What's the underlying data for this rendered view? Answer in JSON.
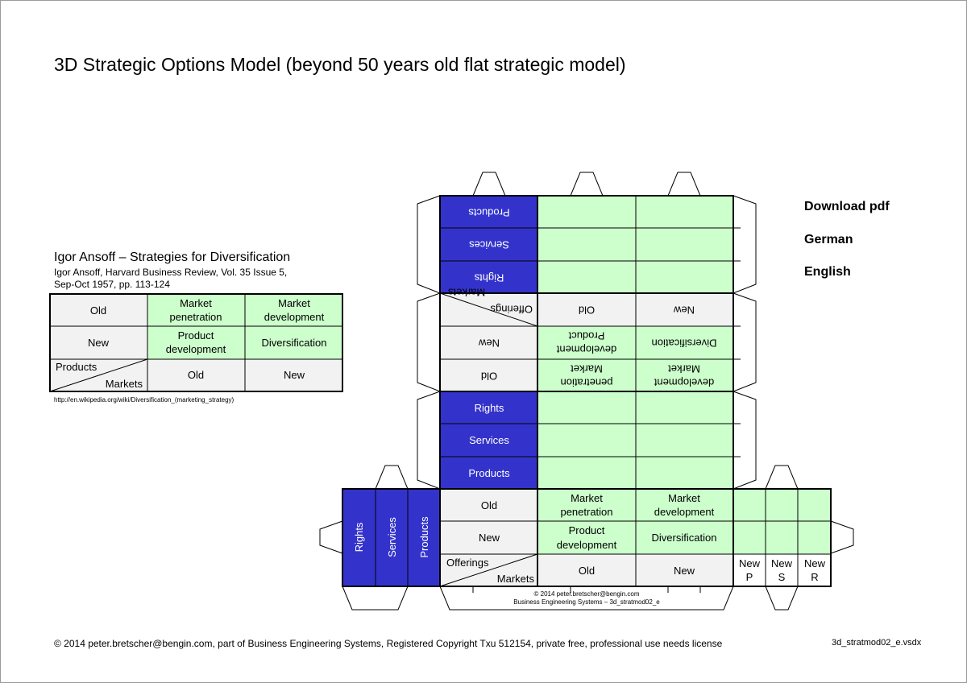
{
  "title": "3D Strategic Options Model (beyond 50 years old flat strategic model)",
  "ansoff": {
    "heading": "Igor Ansoff – Strategies for Diversification",
    "reference_line1": "Igor Ansoff, Harvard Business Review, Vol. 35 Issue 5,",
    "reference_line2": "Sep-Oct 1957, pp. 113-124",
    "wiki_url": "http://en.wikipedia.org/wiki/Diversification_(marketing_strategy)",
    "matrix": {
      "row_old": "Old",
      "row_new": "New",
      "market_penetration": [
        "Market",
        "penetration"
      ],
      "market_development": [
        "Market",
        "development"
      ],
      "product_development": [
        "Product",
        "development"
      ],
      "diversification": "Diversification",
      "corner_products": "Products",
      "corner_markets": "Markets",
      "col_old": "Old",
      "col_new": "New"
    }
  },
  "links": {
    "download_pdf": "Download pdf",
    "german": "German",
    "english": "English"
  },
  "cube": {
    "dimensions": [
      "Products",
      "Services",
      "Rights"
    ],
    "row_old": "Old",
    "row_new": "New",
    "market_penetration": [
      "Market",
      "penetration"
    ],
    "market_development": [
      "Market",
      "development"
    ],
    "product_development": [
      "Product",
      "development"
    ],
    "diversification": "Diversification",
    "corner_offerings": "Offerings",
    "corner_markets": "Markets",
    "col_old": "Old",
    "col_new": "New",
    "new_p": [
      "New",
      "P"
    ],
    "new_s": [
      "New",
      "S"
    ],
    "new_r": [
      "New",
      "R"
    ],
    "inner_copyright": "© 2014 peter.bretscher@bengin.com",
    "inner_file": "Business Engineering Systems – 3d_stratmod02_e"
  },
  "footer": "© 2014 peter.bretscher@bengin.com, part of Business Engineering Systems, Registered Copyright Txu 512154, private free, professional use needs license",
  "filename": "3d_stratmod02_e.vsdx",
  "colors": {
    "blue": "#3333CC",
    "green": "#CCFFCC",
    "gray": "#F2F2F2"
  }
}
